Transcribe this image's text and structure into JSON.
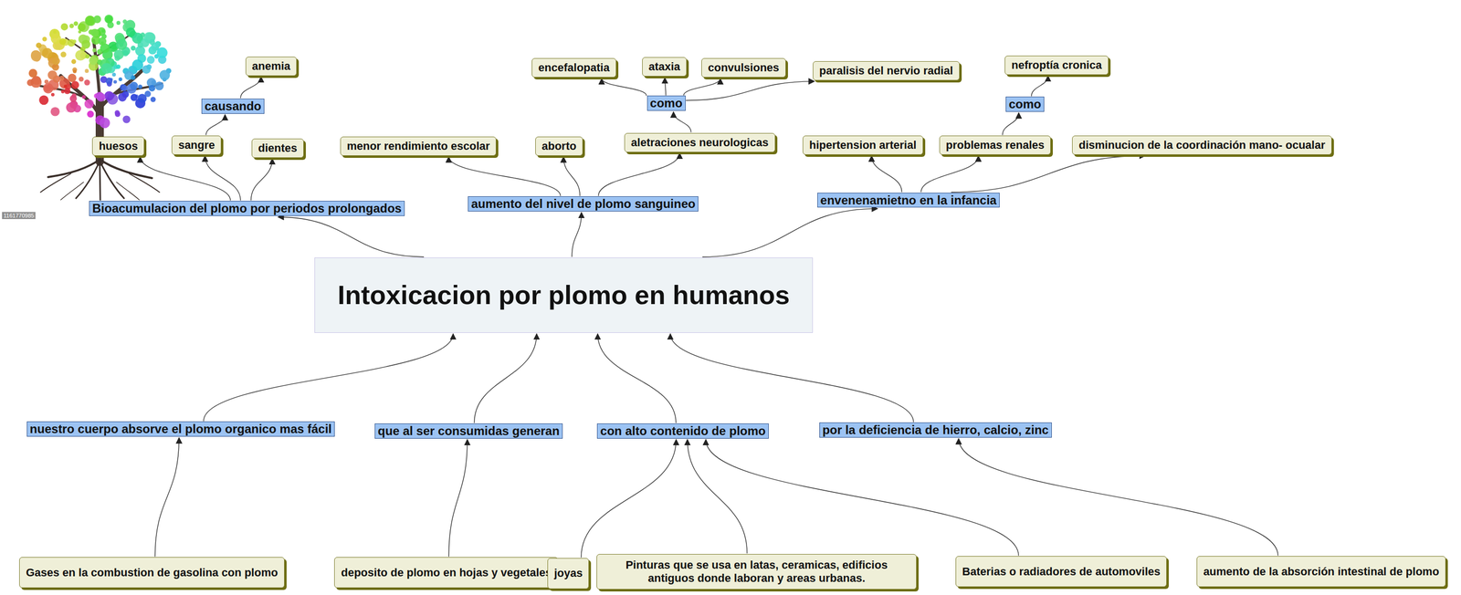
{
  "diagram": {
    "nodes": [
      {
        "text": [
          "anemia"
        ]
      },
      {
        "text": [
          "causando"
        ]
      },
      {
        "text": [
          "encefalopatia"
        ]
      },
      {
        "text": [
          "ataxia"
        ]
      },
      {
        "text": [
          "convulsiones"
        ]
      },
      {
        "text": [
          "paralisis del nervio radial"
        ]
      },
      {
        "text": [
          "nefroptía cronica"
        ]
      },
      {
        "text": [
          "como"
        ]
      },
      {
        "text": [
          "como"
        ]
      },
      {
        "text": [
          "huesos"
        ]
      },
      {
        "text": [
          "sangre"
        ]
      },
      {
        "text": [
          "dientes"
        ]
      },
      {
        "text": [
          "menor rendimiento escolar"
        ]
      },
      {
        "text": [
          "aborto"
        ]
      },
      {
        "text": [
          "aletraciones neurologicas"
        ]
      },
      {
        "text": [
          "hipertension arterial"
        ]
      },
      {
        "text": [
          "problemas renales"
        ]
      },
      {
        "text": [
          "disminucion de la coordinación mano- ocualar"
        ]
      },
      {
        "text": [
          "Bioacumulacion del plomo por periodos prolongados"
        ]
      },
      {
        "text": [
          "aumento del nivel de plomo sanguineo"
        ]
      },
      {
        "text": [
          "envenenamietno en la infancia"
        ]
      },
      {
        "text": [
          "Intoxicacion por plomo en humanos"
        ]
      },
      {
        "text": [
          "nuestro cuerpo absorve el plomo organico mas fácil"
        ]
      },
      {
        "text": [
          "que al ser consumidas generan"
        ]
      },
      {
        "text": [
          "con alto contenido de plomo"
        ]
      },
      {
        "text": [
          "por la deficiencia de hierro, calcio, zinc"
        ]
      },
      {
        "text": [
          "Gases en la combustion de gasolina con plomo"
        ]
      },
      {
        "text": [
          "deposito de plomo en hojas y vegetales"
        ]
      },
      {
        "text": [
          "joyas"
        ]
      },
      {
        "text": [
          "Pinturas que se usa en latas, ceramicas, edificios antiguos donde laboran y areas urbanas."
        ]
      },
      {
        "text": [
          "Baterias o radiadores de  automoviles"
        ]
      },
      {
        "text": [
          "aumento de la absorción intestinal de plomo"
        ]
      }
    ],
    "edges": [
      {
        "from": 21,
        "to": 18,
        "arrow": "to"
      },
      {
        "from": 21,
        "to": 19,
        "arrow": "to"
      },
      {
        "from": 21,
        "to": 20,
        "arrow": "to"
      },
      {
        "from": 18,
        "to": 9,
        "arrow": "to"
      },
      {
        "from": 18,
        "to": 10,
        "arrow": "to"
      },
      {
        "from": 18,
        "to": 11,
        "arrow": "to"
      },
      {
        "from": 10,
        "to": 1,
        "arrow": "to"
      },
      {
        "from": 1,
        "to": 0,
        "arrow": "to"
      },
      {
        "from": 19,
        "to": 12,
        "arrow": "to"
      },
      {
        "from": 19,
        "to": 13,
        "arrow": "to"
      },
      {
        "from": 19,
        "to": 14,
        "arrow": "to"
      },
      {
        "from": 14,
        "to": 7,
        "arrow": "to"
      },
      {
        "from": 7,
        "to": 2,
        "arrow": "to"
      },
      {
        "from": 7,
        "to": 3,
        "arrow": "to"
      },
      {
        "from": 7,
        "to": 4,
        "arrow": "to"
      },
      {
        "from": 7,
        "to": 5,
        "arrow": "to"
      },
      {
        "from": 20,
        "to": 15,
        "arrow": "to"
      },
      {
        "from": 20,
        "to": 16,
        "arrow": "to"
      },
      {
        "from": 20,
        "to": 17,
        "arrow": "to"
      },
      {
        "from": 16,
        "to": 8,
        "arrow": "to"
      },
      {
        "from": 8,
        "to": 6,
        "arrow": "to"
      },
      {
        "from": 22,
        "to": 21,
        "arrow": "to"
      },
      {
        "from": 23,
        "to": 21,
        "arrow": "to"
      },
      {
        "from": 24,
        "to": 21,
        "arrow": "to"
      },
      {
        "from": 25,
        "to": 21,
        "arrow": "to"
      },
      {
        "from": 26,
        "to": 22,
        "arrow": "to"
      },
      {
        "from": 27,
        "to": 23,
        "arrow": "to"
      },
      {
        "from": 28,
        "to": 24,
        "arrow": "to"
      },
      {
        "from": 29,
        "to": 24,
        "arrow": "to"
      },
      {
        "from": 30,
        "to": 24,
        "arrow": "to"
      },
      {
        "from": 31,
        "to": 25,
        "arrow": "to"
      }
    ],
    "labels": [
      "1161770985"
    ]
  }
}
